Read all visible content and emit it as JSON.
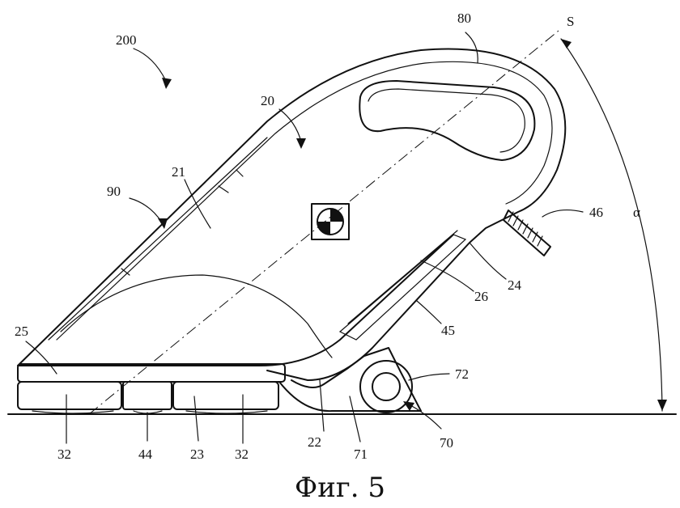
{
  "figure": {
    "caption": "Фиг. 5",
    "labels": {
      "n200": "200",
      "n80": "80",
      "S": "S",
      "n20": "20",
      "n21": "21",
      "n90": "90",
      "n46": "46",
      "alpha": "α",
      "n24": "24",
      "n26": "26",
      "n45": "45",
      "n25": "25",
      "n72": "72",
      "n32a": "32",
      "n44": "44",
      "n23": "23",
      "n32b": "32",
      "n22": "22",
      "n71": "71",
      "n70": "70"
    }
  }
}
